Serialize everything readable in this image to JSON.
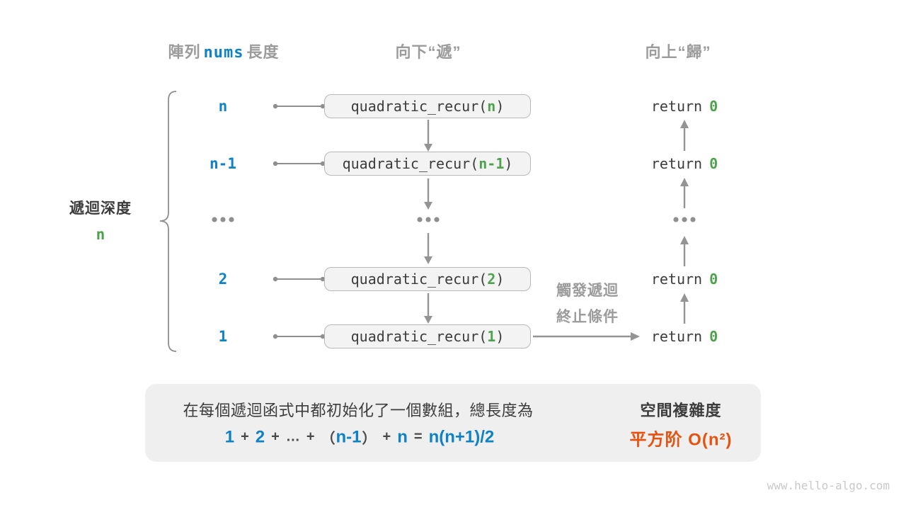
{
  "colors": {
    "blue": "#0f81c5",
    "green": "#4ea24e",
    "orange": "#e6520f",
    "gray_label": "#9b9b9b",
    "dark_text": "#3c3c3c",
    "line_gray": "#8f8f8f",
    "box_bg": "#f3f3f3",
    "box_border": "#b8b8b8",
    "panel_bg": "#efefef",
    "thick_arrow": "#c6c6c6",
    "watermark": "#c9c9c9"
  },
  "headers": {
    "left_pre": "陣列",
    "left_code": "nums",
    "left_post": "長度",
    "mid": "向下“遞”",
    "right": "向上“歸”"
  },
  "depth_brace": {
    "title": "遞迴深度",
    "value": "n"
  },
  "rows": [
    {
      "depth": "n",
      "call_prefix": "quadratic_recur(",
      "arg": "n",
      "call_suffix": ")",
      "ret_keyword": "return",
      "ret_value": "0"
    },
    {
      "depth": "n-1",
      "call_prefix": "quadratic_recur(",
      "arg": "n-1",
      "call_suffix": ")",
      "ret_keyword": "return",
      "ret_value": "0"
    },
    {
      "depth": "...",
      "middle": "...",
      "right": "..."
    },
    {
      "depth": "2",
      "call_prefix": "quadratic_recur(",
      "arg": "2",
      "call_suffix": ")",
      "ret_keyword": "return",
      "ret_value": "0"
    },
    {
      "depth": "1",
      "call_prefix": "quadratic_recur(",
      "arg": "1",
      "call_suffix": ")",
      "ret_keyword": "return",
      "ret_value": "0"
    }
  ],
  "base_case": {
    "line1": "觸發遞迴",
    "line2": "終止條件"
  },
  "summary": {
    "line1": "在每個遞迴函式中都初始化了一個數組，總長度為",
    "formula": [
      "1",
      "+",
      "2",
      "+",
      "…",
      "+",
      "（",
      "n-1",
      "）",
      "+",
      "n",
      "=",
      "n(n+1)/2"
    ],
    "result_title": "空間複雜度",
    "result_value": "平方阶 O(n²)"
  },
  "watermark": "www.hello-algo.com"
}
